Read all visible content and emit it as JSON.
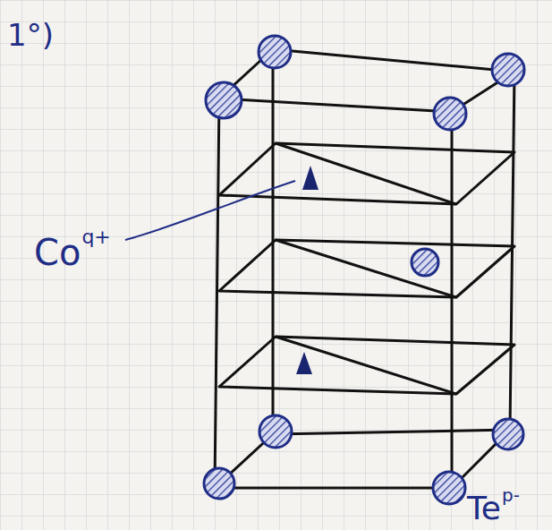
{
  "diagram": {
    "labels": [
      "1°)",
      "Co",
      "q+",
      "Te",
      "p-"
    ]
  }
}
